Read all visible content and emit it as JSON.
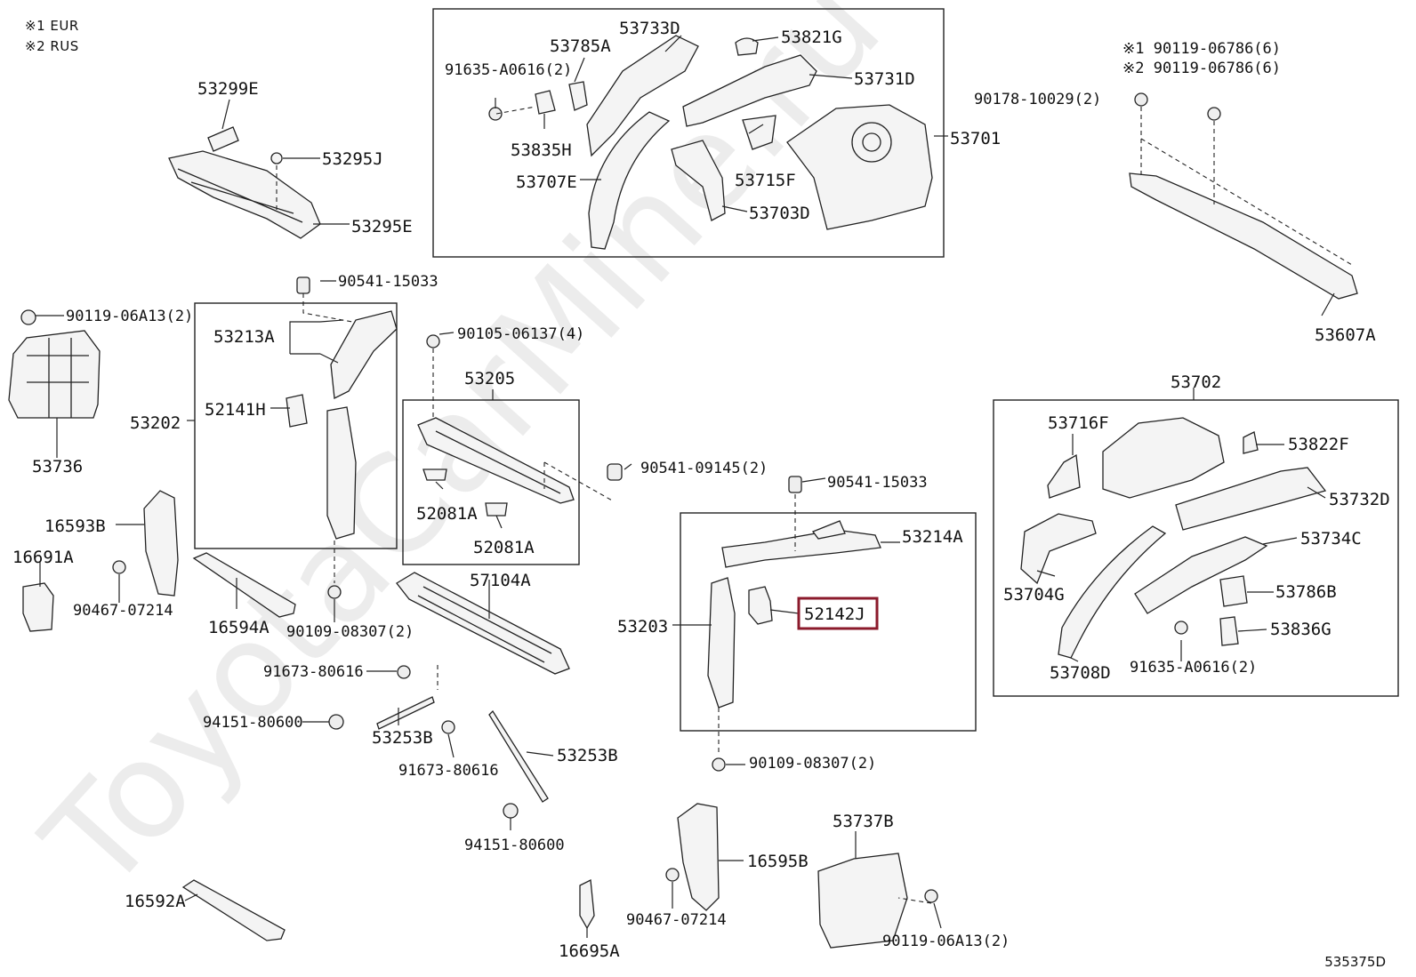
{
  "legend": {
    "line1": "※1 EUR",
    "line2": "※2 RUS"
  },
  "diagram_id": "535375D",
  "watermark_text": "ToyotaCarMine.ru",
  "colors": {
    "highlight": "#8b1a2b",
    "line": "#222222",
    "part_fill": "#f2f2f2",
    "watermark": "#e6e6e6"
  },
  "labels": {
    "p53299E": "53299E",
    "p53295J": "53295J",
    "p53295E": "53295E",
    "p53733D": "53733D",
    "p53785A": "53785A",
    "p91635_top": "91635-A0616(2)",
    "p53821G": "53821G",
    "p53731D": "53731D",
    "p53835H": "53835H",
    "p53707E": "53707E",
    "p53715F": "53715F",
    "p53703D": "53703D",
    "p53701": "53701",
    "p90119_eur": "※1  90119-06786(6)",
    "p90119_rus": "※2  90119-06786(6)",
    "p90178": "90178-10029(2)",
    "p53607A": "53607A",
    "p90541_top": "90541-15033",
    "p90119_left": "90119-06A13(2)",
    "p53213A": "53213A",
    "p90105": "90105-06137(4)",
    "p53205": "53205",
    "p53202": "53202",
    "p52141H": "52141H",
    "p53736": "53736",
    "p90541_09145": "90541-09145(2)",
    "p52081A_1": "52081A",
    "p52081A_2": "52081A",
    "p90541_mid": "90541-15033",
    "p53214A": "53214A",
    "p16593B": "16593B",
    "p16691A": "16691A",
    "p90467_left": "90467-07214",
    "p16594A": "16594A",
    "p90109_left": "90109-08307(2)",
    "p57104A": "57104A",
    "p53203": "53203",
    "p52142J": "52142J",
    "p53702": "53702",
    "p53716F": "53716F",
    "p53822F": "53822F",
    "p53732D": "53732D",
    "p53734C": "53734C",
    "p53704G": "53704G",
    "p53786B": "53786B",
    "p53836G": "53836G",
    "p53708D": "53708D",
    "p91635_right": "91635-A0616(2)",
    "p91673_1": "91673-80616",
    "p94151_1": "94151-80600",
    "p53253B_1": "53253B",
    "p91673_2": "91673-80616",
    "p53253B_2": "53253B",
    "p90109_mid": "90109-08307(2)",
    "p94151_2": "94151-80600",
    "p16595B": "16595B",
    "p53737B": "53737B",
    "p16592A": "16592A",
    "p90467_mid": "90467-07214",
    "p90119_bottom": "90119-06A13(2)",
    "p16695A": "16695A"
  }
}
